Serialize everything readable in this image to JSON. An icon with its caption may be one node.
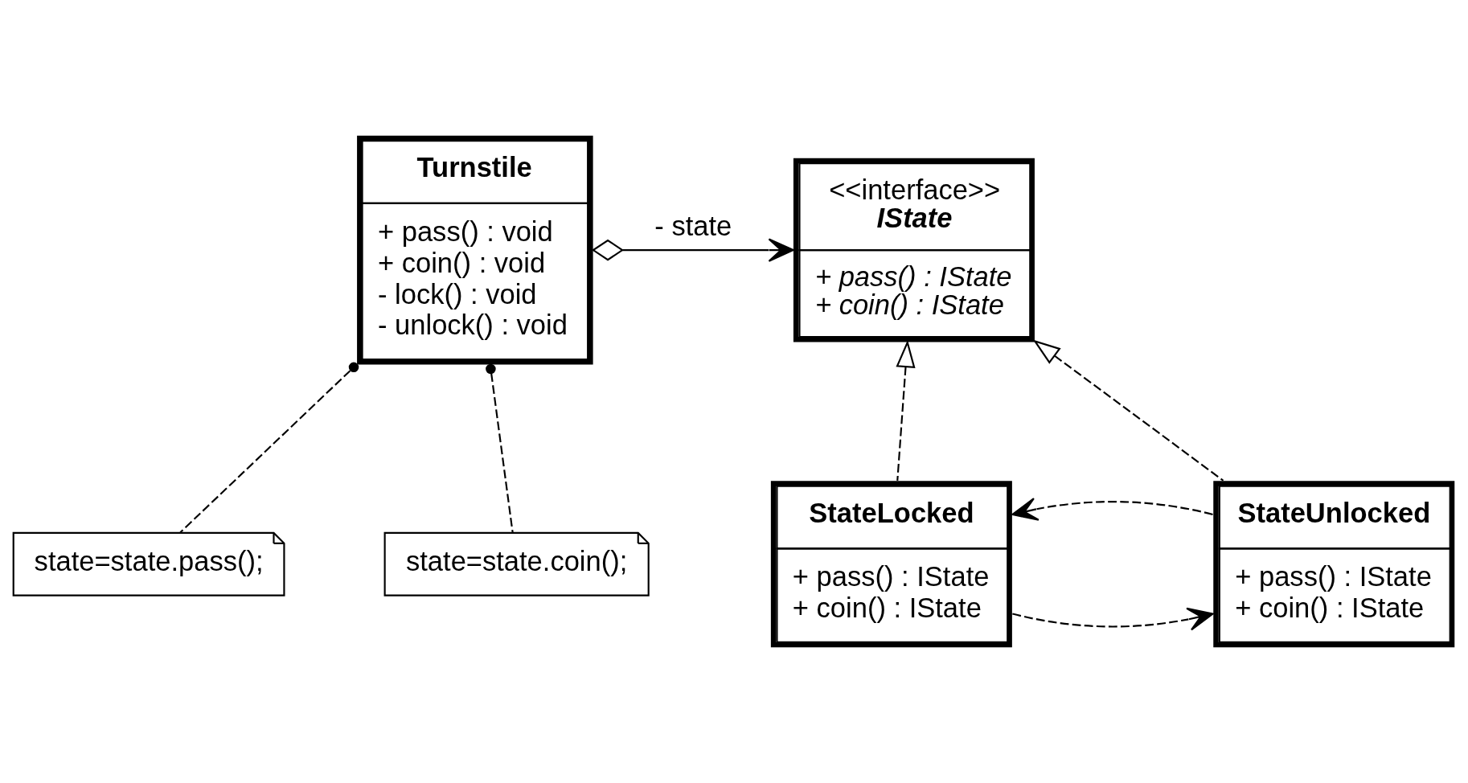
{
  "diagram": {
    "nodes": [
      {
        "text": [
          "Turnstile",
          "+ pass() : void",
          "+ coin() : void",
          "- lock() : void",
          "- unlock() : void"
        ]
      },
      {
        "text": [
          "<<interface>>",
          "IState",
          "+ pass() : IState",
          "+ coin() : IState"
        ]
      },
      {
        "text": [
          "state=state.pass();"
        ]
      },
      {
        "text": [
          "state=state.coin();"
        ]
      },
      {
        "text": [
          "StateLocked",
          "+ pass() : IState",
          "+ coin() : IState"
        ]
      },
      {
        "text": [
          "StateUnlocked",
          "+ pass() : IState",
          "+ coin() : IState"
        ]
      }
    ],
    "edges": [
      {
        "from": 0,
        "to": 1,
        "arrow": "to",
        "label": "- state"
      },
      {
        "from": 0,
        "to": 2,
        "arrow": "other",
        "style": "dashed"
      },
      {
        "from": 0,
        "to": 3,
        "arrow": "other",
        "style": "dashed"
      },
      {
        "from": 4,
        "to": 1,
        "arrow": "to",
        "style": "dashed"
      },
      {
        "from": 5,
        "to": 1,
        "arrow": "to",
        "style": "dashed"
      },
      {
        "from": 4,
        "to": 5,
        "arrow": "to",
        "style": "dashed"
      },
      {
        "from": 5,
        "to": 4,
        "arrow": "to",
        "style": "dashed"
      }
    ]
  }
}
